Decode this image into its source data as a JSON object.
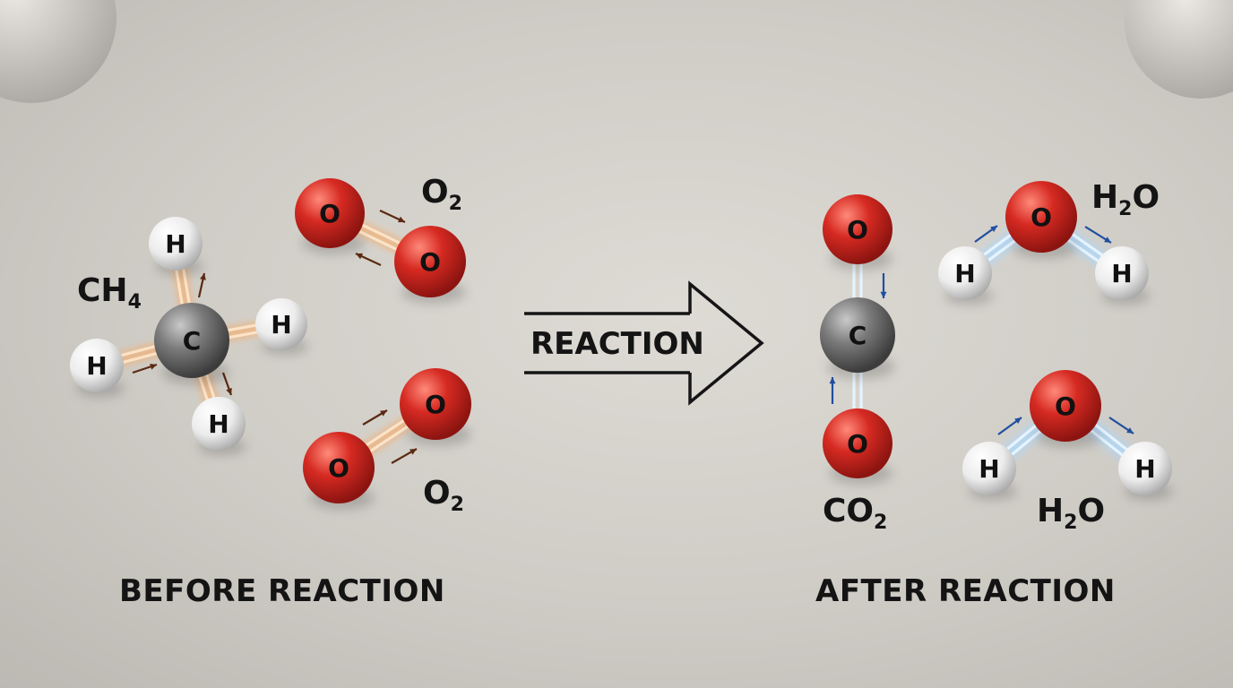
{
  "diagram": {
    "before_caption": "BEFORE REACTION",
    "after_caption": "AFTER REACTION",
    "arrow_label": "REACTION",
    "formulas": {
      "ch4": {
        "main": "CH",
        "sub": "4",
        "tail": ""
      },
      "o2_top": {
        "main": "O",
        "sub": "2",
        "tail": ""
      },
      "o2_bottom": {
        "main": "O",
        "sub": "2",
        "tail": ""
      },
      "co2": {
        "main": "CO",
        "sub": "2",
        "tail": ""
      },
      "h2o_top": {
        "main": "H",
        "sub": "2",
        "tail": "O"
      },
      "h2o_bottom": {
        "main": "H",
        "sub": "2",
        "tail": "O"
      }
    },
    "atom_symbols": {
      "carbon": "C",
      "oxygen": "O",
      "hydrogen": "H"
    },
    "colors": {
      "carbon": "#7a7a7a",
      "oxygen": "#d62a22",
      "hydrogen": "#f2f2f2",
      "bond_before": "#f0b27a",
      "bond_after": "#a9d8ff",
      "arrow_before": "#5a2a12",
      "arrow_after": "#1f4fa0"
    }
  }
}
